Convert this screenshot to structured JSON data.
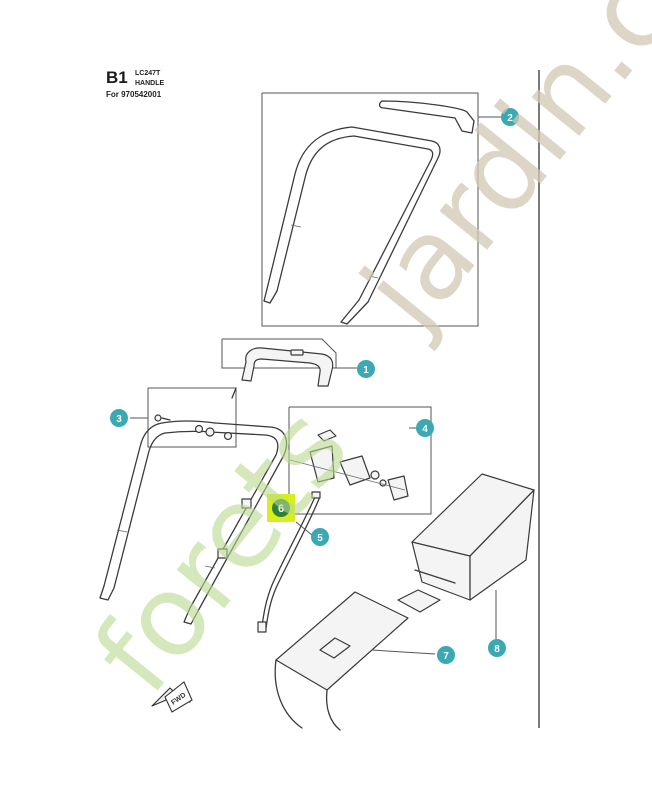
{
  "header": {
    "code": "B1",
    "model": "LC247T",
    "section": "HANDLE",
    "for_line": "For 970542001"
  },
  "callouts": [
    {
      "id": "c1",
      "label": "1"
    },
    {
      "id": "c2",
      "label": "2"
    },
    {
      "id": "c3",
      "label": "3"
    },
    {
      "id": "c4",
      "label": "4"
    },
    {
      "id": "c5",
      "label": "5"
    },
    {
      "id": "c6",
      "label": "6"
    },
    {
      "id": "c7",
      "label": "7"
    },
    {
      "id": "c8",
      "label": "8"
    }
  ],
  "fwd_label": "FWD",
  "watermark": {
    "part1": "forets",
    "part2": "jardin.com"
  },
  "colors": {
    "badge": "#3aa9b4",
    "highlight": "#d7ef1a",
    "highlight_badge": "#2f7f3a",
    "watermark_green": "#b9d98f",
    "watermark_beige": "#d2c7b3"
  }
}
